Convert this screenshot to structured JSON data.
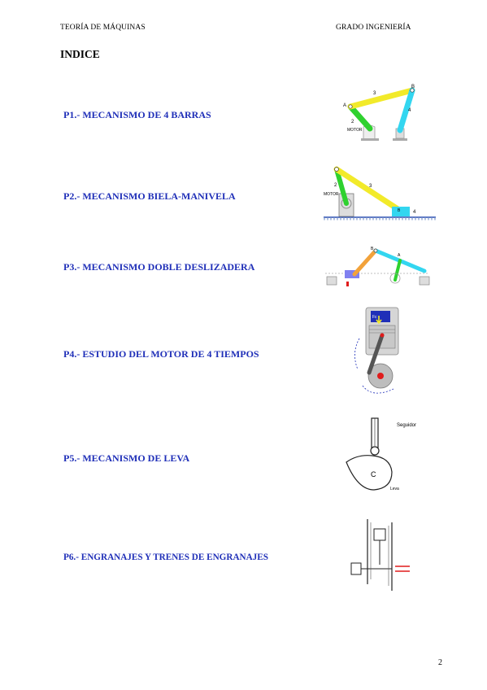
{
  "header": {
    "left": "TEORÍA DE MÁQUINAS",
    "right": "GRADO INGENIERÍA"
  },
  "title": "INDICE",
  "entries": [
    {
      "label": "P1.- MECANISMO DE 4 BARRAS",
      "figure": "four-bar-linkage"
    },
    {
      "label": "P2.- MECANISMO BIELA-MANIVELA",
      "figure": "slider-crank"
    },
    {
      "label": "P3.- MECANISMO DOBLE DESLIZADERA",
      "figure": "double-slider"
    },
    {
      "label": "P4.- ESTUDIO DEL MOTOR DE 4 TIEMPOS",
      "figure": "four-stroke-engine"
    },
    {
      "label": "P5.- MECANISMO DE  LEVA",
      "figure": "cam"
    },
    {
      "label": "P6.- ENGRANAJES Y TRENES DE ENGRANAJES",
      "figure": "gear-train"
    }
  ],
  "figures": {
    "four_bar": {
      "a": "A",
      "b": "B",
      "n2": "2",
      "n3": "3",
      "n4": "4",
      "motor": "MOTOR"
    },
    "slider_crank": {
      "n2": "2",
      "n3": "3",
      "n4": "4",
      "motor": "MOTOR",
      "b": "B"
    },
    "double_slider": {
      "b": "B",
      "a": "A"
    },
    "engine": {
      "fc": "Fc"
    },
    "cam": {
      "follower": "Seguidor",
      "c": "C",
      "cam": "Leva"
    },
    "colors": {
      "yellow": "#f2ea2a",
      "green": "#2fd12f",
      "cyan": "#33d6f0",
      "orange": "#f2a23a",
      "blue": "#1f2fb8",
      "red": "#e01b1b"
    }
  },
  "page_number": "2"
}
